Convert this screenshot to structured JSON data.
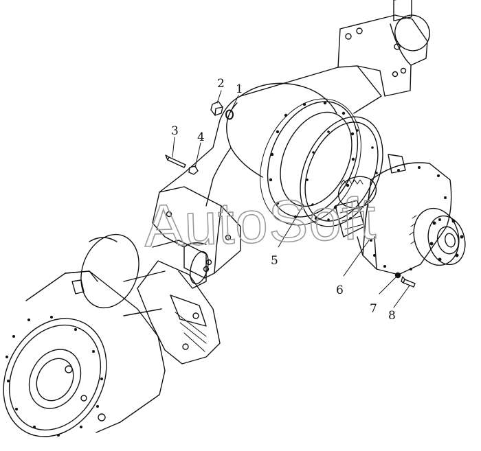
{
  "diagram": {
    "type": "exploded-parts-view",
    "callouts": [
      {
        "id": "1",
        "label": "1"
      },
      {
        "id": "2",
        "label": "2"
      },
      {
        "id": "3",
        "label": "3"
      },
      {
        "id": "4",
        "label": "4"
      },
      {
        "id": "5",
        "label": "5"
      },
      {
        "id": "6",
        "label": "6"
      },
      {
        "id": "7",
        "label": "7"
      },
      {
        "id": "8",
        "label": "8"
      }
    ],
    "watermark": "AutoSoft",
    "colors": {
      "line": "#111111",
      "paper": "#ffffff",
      "watermark": "#9a9a9a"
    }
  }
}
